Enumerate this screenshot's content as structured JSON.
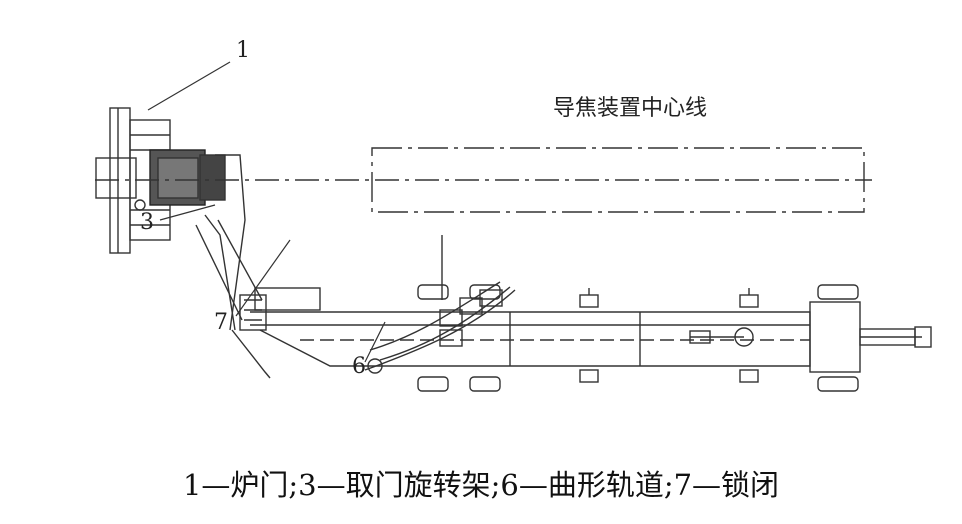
{
  "labels": {
    "part1": "1",
    "part3": "3",
    "part6": "6",
    "part7": "7",
    "centerline": "导焦装置中心线"
  },
  "caption": "1—炉门;3—取门旋转架;6—曲形轨道;7—锁闭",
  "colors": {
    "line": "#333333",
    "text": "#222222"
  }
}
